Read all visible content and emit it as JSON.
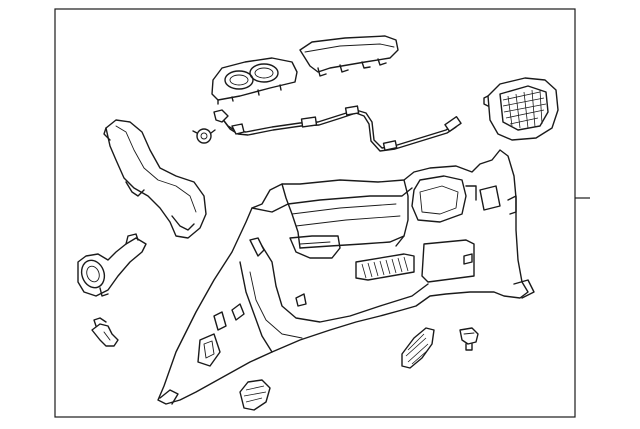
{
  "diagram": {
    "type": "exploded-parts-diagram",
    "border": true,
    "callout_leader": true,
    "parts": [
      "quarter-trim-panel",
      "cup-holder-bezel",
      "upper-trim-cover",
      "wiring-harness",
      "speaker-grille",
      "air-duct",
      "side-duct",
      "push-clip",
      "grommet-clip",
      "lower-vent-grille",
      "rear-vent-grille",
      "retainer-clip"
    ]
  }
}
